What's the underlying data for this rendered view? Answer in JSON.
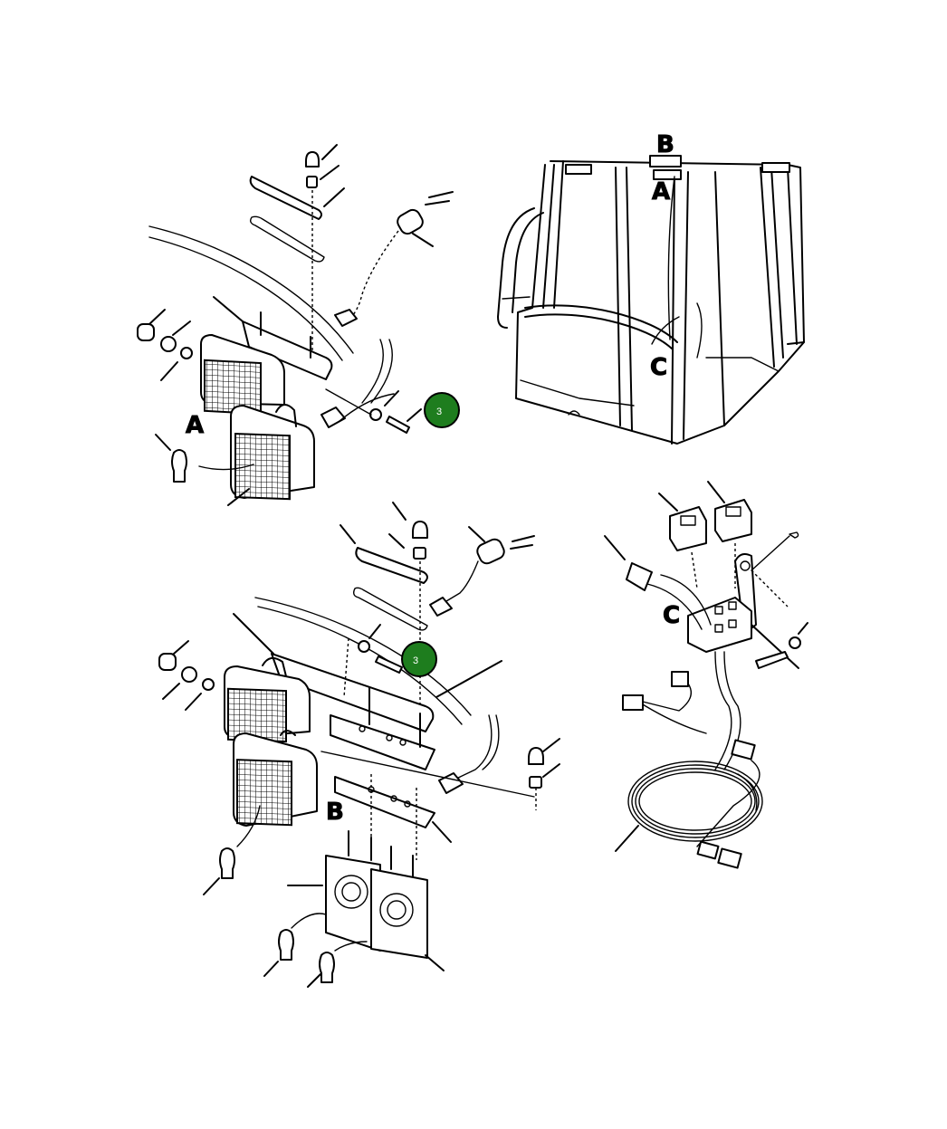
{
  "labels": {
    "view_a_top": "A",
    "cab_b": "B",
    "cab_a": "A",
    "cab_c": "C",
    "view_b_bottom": "B",
    "view_c_right": "C"
  },
  "callouts": [
    {
      "number": "3"
    },
    {
      "number": "3"
    }
  ],
  "colors": {
    "callout_fill": "#1e7d1e",
    "callout_text": "#ffffff",
    "line_art": "#000000"
  }
}
